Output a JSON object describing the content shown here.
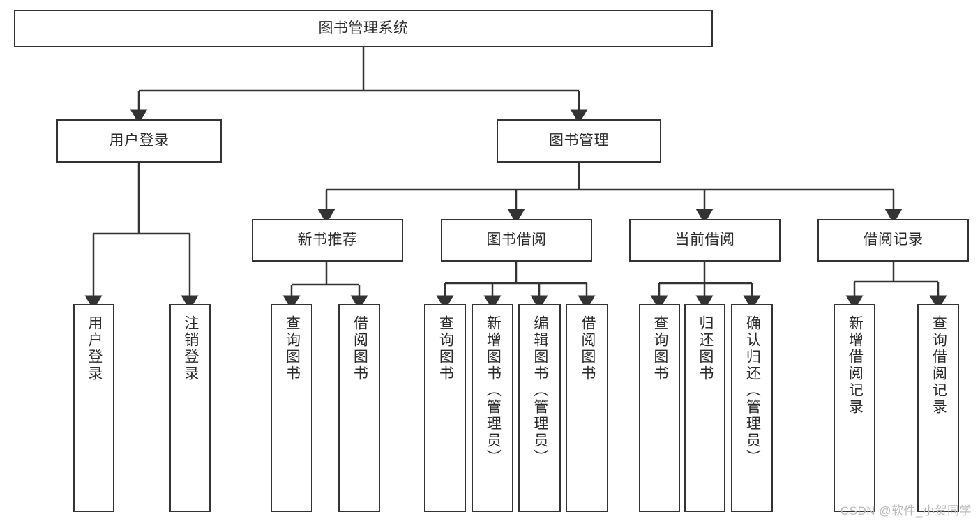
{
  "diagram": {
    "type": "tree-hierarchy",
    "title": "图书管理系统",
    "theme": {
      "background": "#ffffff",
      "box_border": "#333333",
      "box_fill": "#ffffff",
      "text": "#2b2b2b",
      "connector": "#333333",
      "watermark": "#b9b9b9"
    },
    "root": {
      "id": "root",
      "label": "图书管理系统",
      "orientation": "horizontal"
    },
    "level2": [
      {
        "id": "user-login",
        "label": "用户登录",
        "orientation": "horizontal"
      },
      {
        "id": "book-manage",
        "label": "图书管理",
        "orientation": "horizontal"
      }
    ],
    "level3": [
      {
        "id": "new-book-recommend",
        "label": "新书推荐",
        "orientation": "horizontal",
        "parent": "book-manage"
      },
      {
        "id": "book-borrow",
        "label": "图书借阅",
        "orientation": "horizontal",
        "parent": "book-manage"
      },
      {
        "id": "current-borrow",
        "label": "当前借阅",
        "orientation": "horizontal",
        "parent": "book-manage"
      },
      {
        "id": "borrow-record",
        "label": "借阅记录",
        "orientation": "horizontal",
        "parent": "book-manage"
      }
    ],
    "leaves": [
      {
        "id": "leaf-user-login",
        "label": "用户登录",
        "parent": "user-login",
        "orientation": "vertical"
      },
      {
        "id": "leaf-logout",
        "label": "注销登录",
        "parent": "user-login",
        "orientation": "vertical"
      },
      {
        "id": "leaf-query-book-1",
        "label": "查询图书",
        "parent": "new-book-recommend",
        "orientation": "vertical"
      },
      {
        "id": "leaf-borrow-book-1",
        "label": "借阅图书",
        "parent": "new-book-recommend",
        "orientation": "vertical"
      },
      {
        "id": "leaf-query-book-2",
        "label": "查询图书",
        "parent": "book-borrow",
        "orientation": "vertical"
      },
      {
        "id": "leaf-add-book",
        "label": "新增图书（管理员）",
        "parent": "book-borrow",
        "orientation": "vertical"
      },
      {
        "id": "leaf-edit-book",
        "label": "编辑图书（管理员）",
        "parent": "book-borrow",
        "orientation": "vertical"
      },
      {
        "id": "leaf-borrow-book-2",
        "label": "借阅图书",
        "parent": "book-borrow",
        "orientation": "vertical"
      },
      {
        "id": "leaf-query-book-3",
        "label": "查询图书",
        "parent": "current-borrow",
        "orientation": "vertical"
      },
      {
        "id": "leaf-return-book",
        "label": "归还图书",
        "parent": "current-borrow",
        "orientation": "vertical"
      },
      {
        "id": "leaf-confirm-return",
        "label": "确认归还（管理员）",
        "parent": "current-borrow",
        "orientation": "vertical"
      },
      {
        "id": "leaf-add-record",
        "label": "新增借阅记录",
        "parent": "borrow-record",
        "orientation": "vertical"
      },
      {
        "id": "leaf-query-record",
        "label": "查询借阅记录",
        "parent": "borrow-record",
        "orientation": "vertical"
      }
    ],
    "watermark": "CSDN @软件_小贺同学"
  }
}
